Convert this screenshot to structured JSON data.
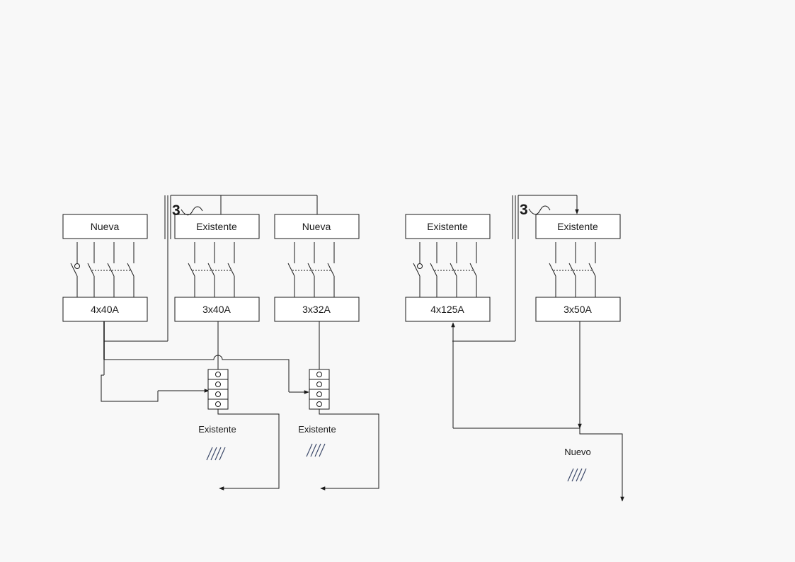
{
  "panels": [
    {
      "top_label": "Nueva",
      "bottom_label": "4x40A"
    },
    {
      "top_label": "Existente",
      "bottom_label": "3x40A"
    },
    {
      "top_label": "Nueva",
      "bottom_label": "3x32A"
    },
    {
      "top_label": "Existente",
      "bottom_label": "4x125A"
    },
    {
      "top_label": "Existente",
      "bottom_label": "3x50A"
    }
  ],
  "bundles": [
    {
      "count": "3"
    },
    {
      "count": "3"
    }
  ],
  "feeders": [
    {
      "label": "Existente",
      "marks": "////"
    },
    {
      "label": "Existente",
      "marks": "////"
    },
    {
      "label": "Nuevo",
      "marks": "////"
    }
  ]
}
